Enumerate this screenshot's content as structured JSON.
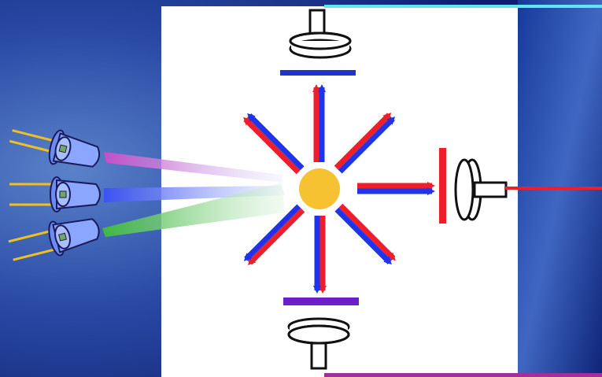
{
  "diagram": {
    "type": "fluorescence-measurement-setup",
    "light_sources": [
      "led-source",
      "led-source",
      "led-source"
    ],
    "beam_colors": [
      "#d05ed0",
      "#4a5cf0",
      "#4ec24e"
    ],
    "sample_color": "#f6c232",
    "emission_colors": {
      "primary": "#1f33e8",
      "secondary": "#ee1f2a"
    },
    "filter_colors": {
      "top": "#2233cc",
      "right": "#ee1f2a",
      "bottom": "#6a1fc8"
    },
    "detectors": [
      "top-detector",
      "right-detector",
      "bottom-detector"
    ],
    "output_line_color": "#ee1f2a",
    "accent_lines": {
      "top": "#5fe6f2",
      "bottom": "#a0309b"
    }
  }
}
